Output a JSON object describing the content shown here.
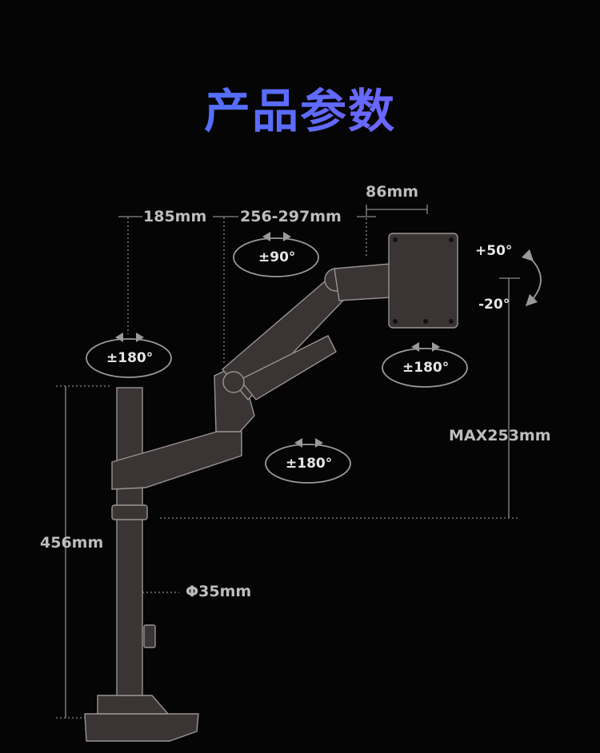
{
  "title": "产品参数",
  "dimensions": {
    "arm_offset": "185mm",
    "arm_length": "256-297mm",
    "plate_width": "86mm",
    "max_height": "MAX253mm",
    "pole_height": "456mm",
    "pole_diameter": "Φ35mm"
  },
  "rotations": {
    "top_arm": "±90°",
    "pole_top": "±180°",
    "vesa_head": "±180°",
    "lower_arm": "±180°",
    "tilt_up": "+50°",
    "tilt_down": "-20°"
  },
  "colors": {
    "title_gradient_start": "#3a7dff",
    "title_gradient_end": "#8a5cff",
    "background": "#050505",
    "product": "#3a3434",
    "dimension_line": "#8a8a8a"
  }
}
